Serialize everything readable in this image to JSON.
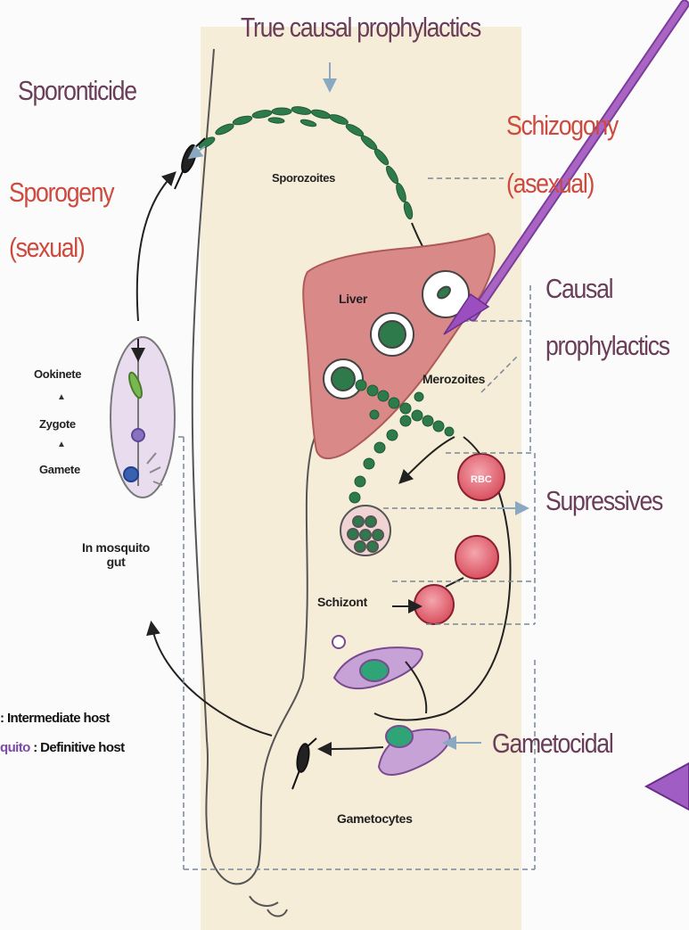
{
  "labels": {
    "true_causal": "True causal prophylactics",
    "sporonticide": "Sporonticide",
    "sporogeny": "Sporogeny",
    "sporogeny_sub": "(sexual)",
    "schizogony": "Schizogony",
    "schizogony_sub": "(asexual)",
    "causal": "Causal",
    "prophylactics": "prophylactics",
    "supressives": "Supressives",
    "gametocidal": "Gametocidal"
  },
  "stages": {
    "sporozoites": "Sporozoites",
    "liver": "Liver",
    "merozoites": "Merozoites",
    "rbc": "RBC",
    "schizont": "Schizont",
    "gametocytes": "Gametocytes",
    "ookinete": "Ookinete",
    "zygote": "Zygote",
    "gamete": "Gamete",
    "mosquito_gut": "In mosquito\ngut"
  },
  "hosts": {
    "man_value": ": Intermediate host",
    "mosquito_key": "quito",
    "mosquito_value": " : Definitive host"
  },
  "colors": {
    "skin": "#f6edd8",
    "liver": "#d98a88",
    "rbc": "#e06b78",
    "parasite": "#2f7a4a",
    "arrow": "#a85ac8",
    "red_text": "#cc4a3e",
    "dark_text": "#6a3d58"
  }
}
